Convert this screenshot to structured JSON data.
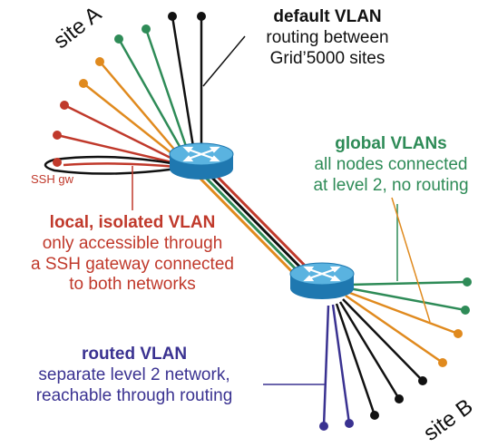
{
  "sites": {
    "a": "site A",
    "b": "site B"
  },
  "ssh_gw": "SSH gw",
  "default_vlan": {
    "title": "default VLAN",
    "line1": "routing between",
    "line2": "Grid’5000 sites"
  },
  "global_vlans": {
    "title": "global VLANs",
    "line1": "all nodes connected",
    "line2": "at level 2, no routing"
  },
  "local_vlan": {
    "title": "local, isolated VLAN",
    "line1": "only accessible through",
    "line2": "a SSH gateway connected",
    "line3": "to both networks"
  },
  "routed_vlan": {
    "title": "routed VLAN",
    "line1": "separate level 2 network,",
    "line2": "reachable through routing"
  },
  "colors": {
    "default": "#111111",
    "global": "#2e8b57",
    "local": "#c0392b",
    "routed": "#3a3291",
    "bridge": "#e08a1e",
    "router": "#2a8fc5",
    "router_top": "#5ab3e0"
  },
  "icons": {
    "router": "router-icon",
    "node": "node-dot-icon"
  }
}
